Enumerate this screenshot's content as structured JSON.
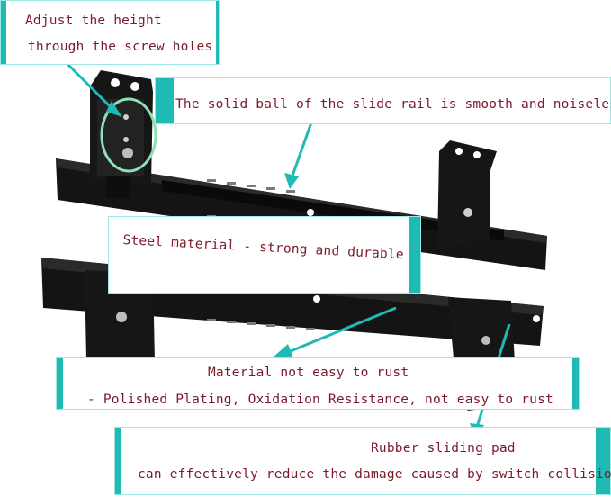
{
  "callouts": {
    "height_adjust": {
      "line1": "Adjust the height",
      "line2": "through the screw holes"
    },
    "solid_ball": {
      "text": "The solid ball of the slide rail is smooth and noiseless"
    },
    "steel": {
      "text": "Steel material - strong and durable"
    },
    "rust": {
      "line1": "Material not easy to rust",
      "line2": "- Polished Plating, Oxidation Resistance, not easy to rust"
    },
    "rubber_pad": {
      "line1": "Rubber sliding pad",
      "line2": "can effectively reduce the damage caused by switch collision"
    }
  },
  "colors": {
    "accent_teal": "#1fbab3",
    "text_maroon": "#7a1a2a",
    "rail_black": "#141414",
    "highlight_green": "#8ee0b8"
  }
}
